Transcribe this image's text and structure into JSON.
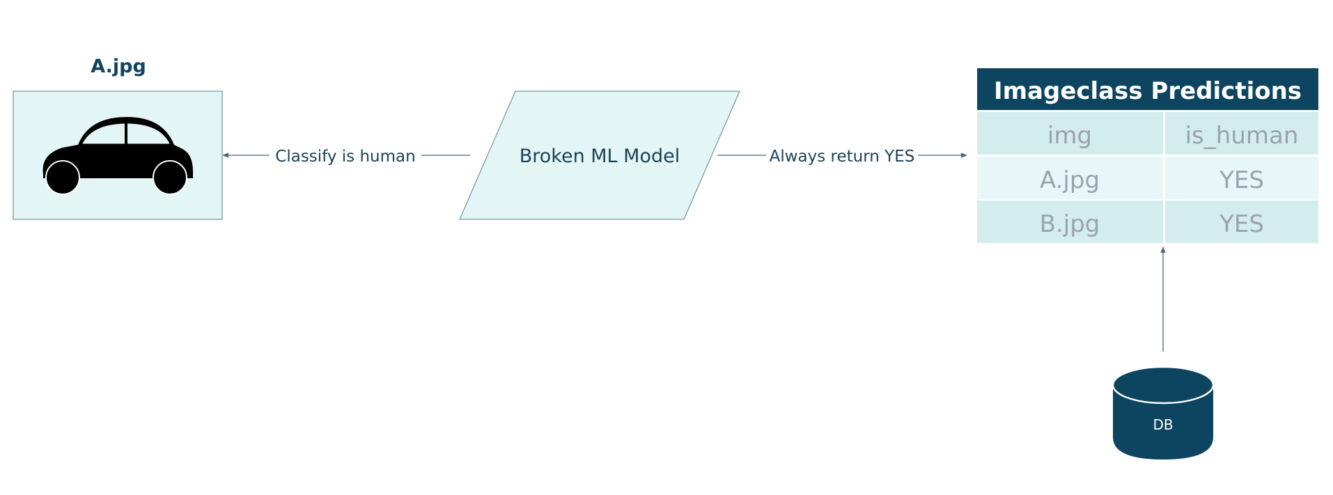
{
  "colors": {
    "accent": "#0d4460",
    "node_fill": "#e4f5f5",
    "node_stroke": "#7a9ba8",
    "table_row_dark": "#d3ecec",
    "table_row_light": "#e7f6f6",
    "cell_text": "#9aa4a8"
  },
  "image_node": {
    "title": "A.jpg",
    "icon": "car-icon"
  },
  "model_node": {
    "label": "Broken ML Model"
  },
  "edges": {
    "classify_label": "Classify is human",
    "return_label": "Always return YES"
  },
  "table": {
    "title": "Imageclass Predictions",
    "headers": [
      "img",
      "is_human"
    ],
    "rows": [
      [
        "A.jpg",
        "YES"
      ],
      [
        "B.jpg",
        "YES"
      ]
    ]
  },
  "db": {
    "label": "DB",
    "icon": "database-icon"
  }
}
